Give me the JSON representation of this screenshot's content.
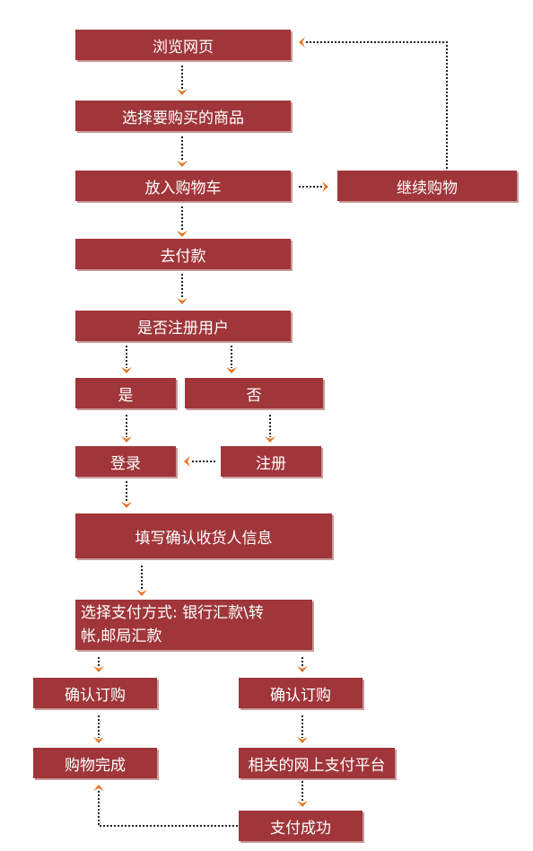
{
  "nodes": {
    "browse": "浏览网页",
    "select_goods": "选择要购买的商品",
    "add_to_cart": "放入购物车",
    "continue_shopping": "继续购物",
    "checkout": "去付款",
    "is_registered": "是否注册用户",
    "yes": "是",
    "no": "否",
    "login": "登录",
    "register": "注册",
    "fill_info": "填写确认收货人信息",
    "payment_method": "选择支付方式: 银行汇款\\转\n帐,邮局汇款",
    "confirm_order_left": "确认订购",
    "confirm_order_right": "确认订购",
    "purchase_done": "购物完成",
    "online_payment": "相关的网上支付平台",
    "payment_success": "支付成功"
  },
  "colors": {
    "box_fill": "#a0363a",
    "box_text": "#ffffff",
    "arrow_head": "#e8731e",
    "connector_line": "#222222"
  }
}
